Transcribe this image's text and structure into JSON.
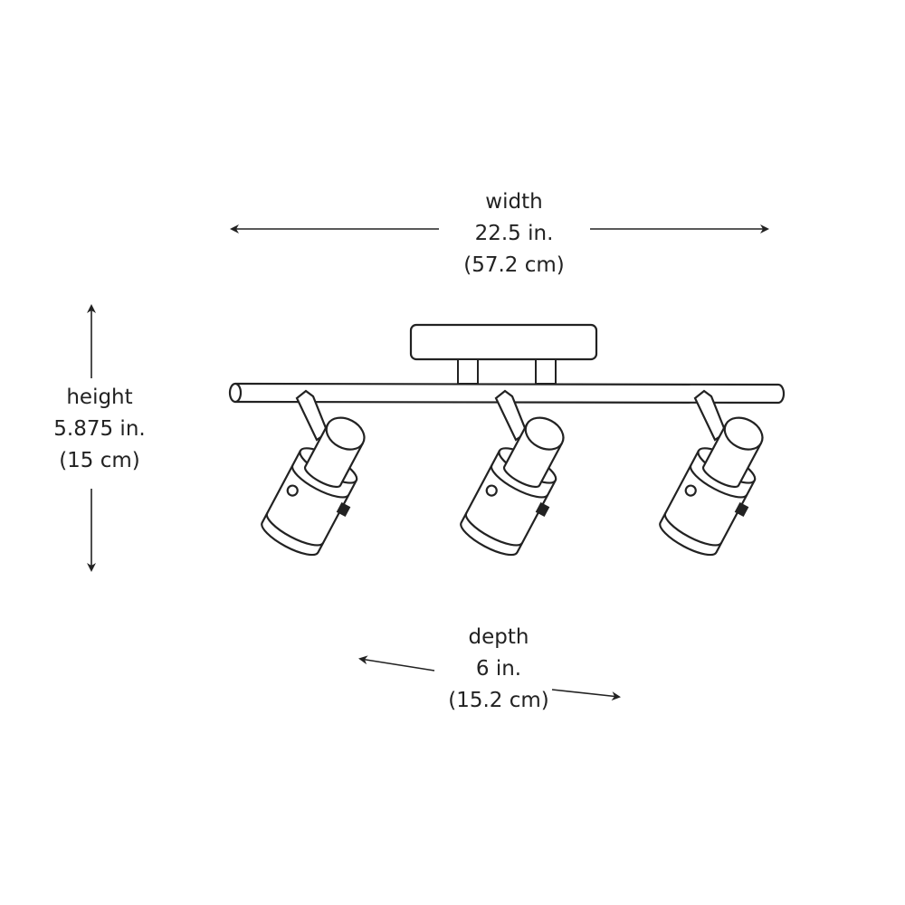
{
  "dimensions": {
    "width": {
      "label": "width",
      "inches": "22.5 in.",
      "cm": "(57.2 cm)"
    },
    "height": {
      "label": "height",
      "inches": "5.875 in.",
      "cm": "(15 cm)"
    },
    "depth": {
      "label": "depth",
      "inches": "6 in.",
      "cm": "(15.2 cm)"
    }
  },
  "product": {
    "name": "track-light-3-spotlights",
    "spotlight_count": 3
  },
  "colors": {
    "line": "#222222",
    "background": "#ffffff"
  }
}
